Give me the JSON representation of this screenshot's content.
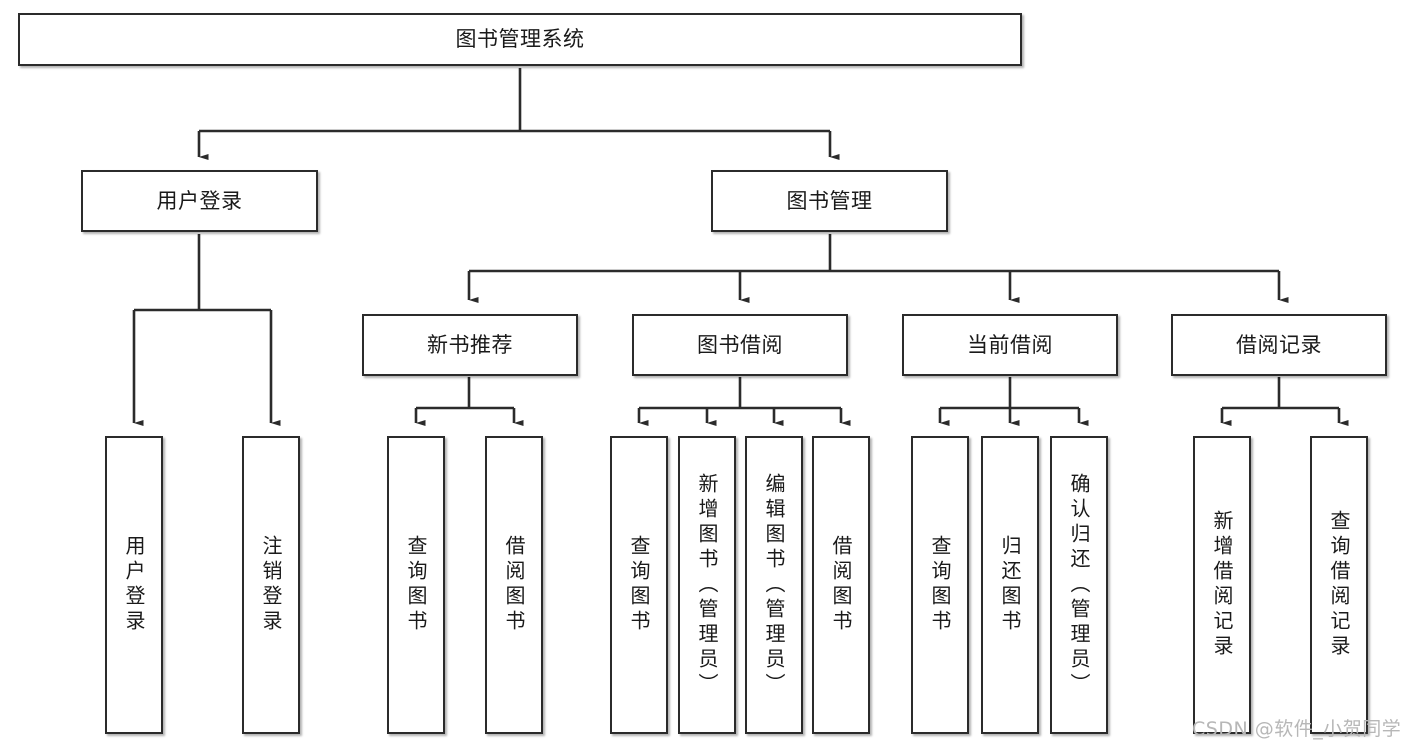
{
  "diagram": {
    "title": "图书管理系统",
    "type": "hierarchy-tree",
    "root": {
      "label": "图书管理系统",
      "name": "node-root-library-system"
    },
    "level2": [
      {
        "label": "用户登录",
        "name": "node-user-login"
      },
      {
        "label": "图书管理",
        "name": "node-book-management"
      }
    ],
    "level3": [
      {
        "label": "新书推荐",
        "name": "node-new-book-recommend"
      },
      {
        "label": "图书借阅",
        "name": "node-book-borrow"
      },
      {
        "label": "当前借阅",
        "name": "node-current-borrow"
      },
      {
        "label": "借阅记录",
        "name": "node-borrow-record"
      }
    ],
    "leaves": {
      "user_login": [
        {
          "label": "用户登录",
          "name": "leaf-user-login"
        },
        {
          "label": "注销登录",
          "name": "leaf-logout"
        }
      ],
      "new_book_recommend": [
        {
          "label": "查询图书",
          "name": "leaf-query-book-1"
        },
        {
          "label": "借阅图书",
          "name": "leaf-borrow-book-1"
        }
      ],
      "book_borrow": [
        {
          "label": "查询图书",
          "name": "leaf-query-book-2"
        },
        {
          "label": "新增图书（管理员）",
          "name": "leaf-add-book-admin"
        },
        {
          "label": "编辑图书（管理员）",
          "name": "leaf-edit-book-admin"
        },
        {
          "label": "借阅图书",
          "name": "leaf-borrow-book-2"
        }
      ],
      "current_borrow": [
        {
          "label": "查询图书",
          "name": "leaf-query-book-3"
        },
        {
          "label": "归还图书",
          "name": "leaf-return-book"
        },
        {
          "label": "确认归还（管理员）",
          "name": "leaf-confirm-return-admin"
        }
      ],
      "borrow_record": [
        {
          "label": "新增借阅记录",
          "name": "leaf-add-borrow-record"
        },
        {
          "label": "查询借阅记录",
          "name": "leaf-query-borrow-record"
        }
      ]
    }
  },
  "watermark": {
    "text": "CSDN @软件_小贺同学"
  },
  "colors": {
    "stroke": "#2b2b2b",
    "fill": "#ffffff",
    "text": "#1a1a1a",
    "watermark": "#b7b7b7"
  }
}
